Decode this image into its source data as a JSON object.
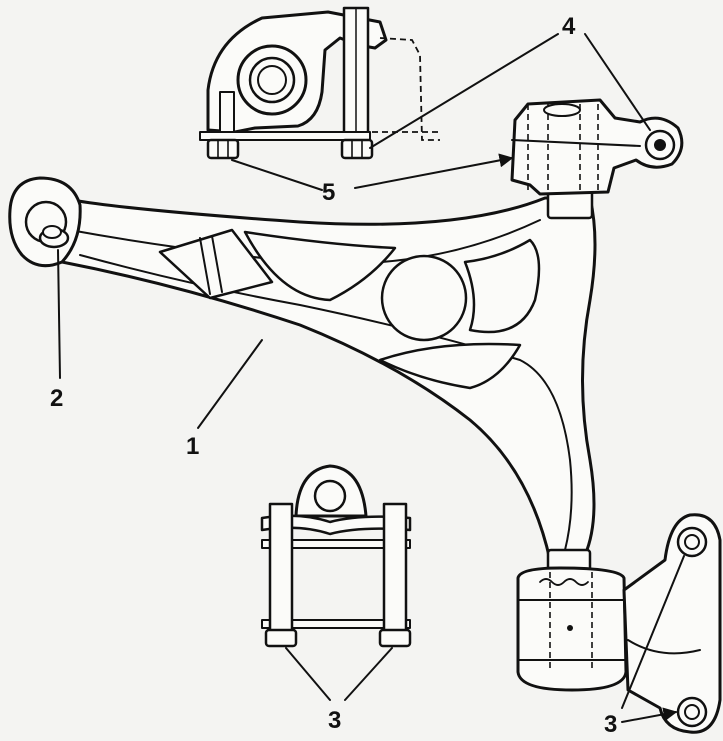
{
  "callouts": {
    "c1": "1",
    "c2": "2",
    "c3_left": "3",
    "c3_right": "3",
    "c4": "4",
    "c5": "5"
  },
  "colors": {
    "ink": "#111111",
    "paper": "#f4f4f2"
  }
}
